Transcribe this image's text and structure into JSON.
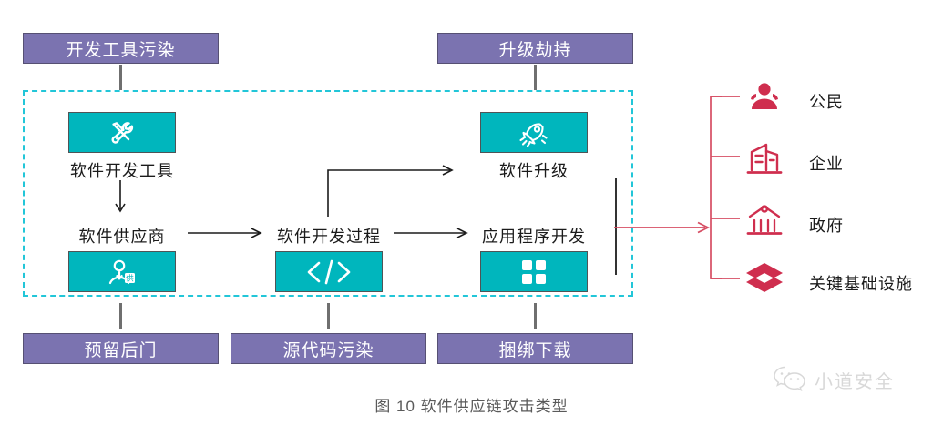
{
  "figure": {
    "caption": "图 10 软件供应链攻击类型",
    "watermark_text": "小道安全",
    "watermark_icon": "wechat-icon"
  },
  "colors": {
    "purple": "#7b73b0",
    "purple_border": "#565073",
    "teal": "#00b6bd",
    "dashed_border": "#22c6d8",
    "crimson": "#cf2e4e",
    "arrow_black": "#1b1b1b",
    "connector_gray": "#6f6f6f",
    "text_dark": "#1b1b1b",
    "caption_gray": "#5a5a5a"
  },
  "attack_types": {
    "top": [
      {
        "label": "开发工具污染",
        "name": "attack-dev-tool-contamination"
      },
      {
        "label": "升级劫持",
        "name": "attack-upgrade-hijacking"
      }
    ],
    "bottom": [
      {
        "label": "预留后门",
        "name": "attack-reserved-backdoor"
      },
      {
        "label": "源代码污染",
        "name": "attack-source-code-contamination"
      },
      {
        "label": "捆绑下载",
        "name": "attack-bundled-download"
      }
    ]
  },
  "supply_chain": {
    "nodes": [
      {
        "label": "软件开发工具",
        "icon": "tools-icon"
      },
      {
        "label": "软件升级",
        "icon": "rocket-icon"
      },
      {
        "label": "软件供应商",
        "icon": "supplier-person-icon"
      },
      {
        "label": "软件开发过程",
        "icon": "code-tag-icon"
      },
      {
        "label": "应用程序开发",
        "icon": "app-grid-icon"
      }
    ]
  },
  "victims": [
    {
      "label": "公民",
      "icon": "citizen-icon"
    },
    {
      "label": "企业",
      "icon": "enterprise-building-icon"
    },
    {
      "label": "政府",
      "icon": "government-building-icon"
    },
    {
      "label": "关键基础设施",
      "icon": "critical-infrastructure-icon"
    }
  ]
}
